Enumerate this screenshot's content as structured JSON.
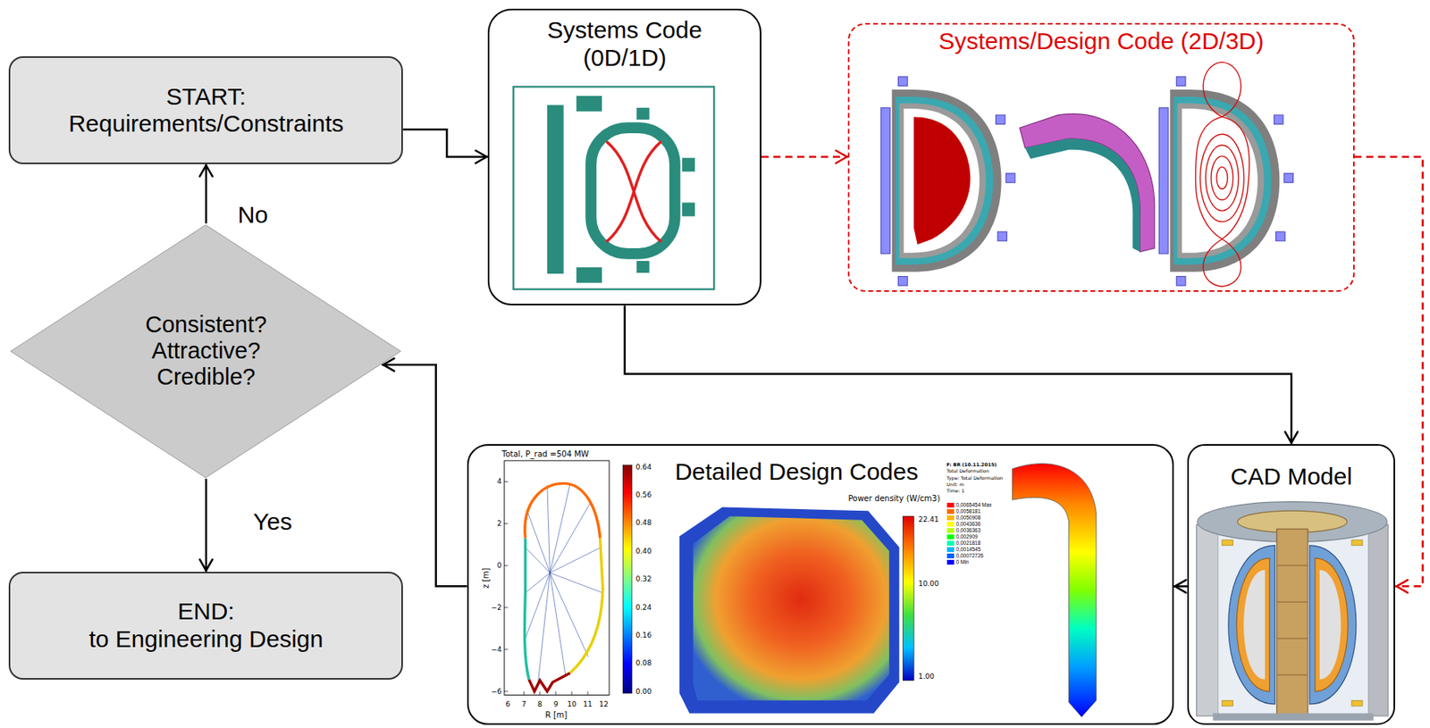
{
  "diagram": {
    "nodes": [
      {
        "text": [
          "START:",
          "Requirements/Constraints"
        ]
      },
      {
        "text": [
          "Systems Code (0D/1D)"
        ]
      },
      {
        "text": [
          "Systems/Design Code (2D/3D)"
        ]
      },
      {
        "text": [
          "Consistent? Attractive? Credible?"
        ]
      },
      {
        "text": [
          "END:",
          "to Engineering Design"
        ]
      },
      {
        "text": [
          "Detailed Design Codes"
        ]
      },
      {
        "text": [
          "CAD Model"
        ]
      }
    ],
    "edges": [
      {
        "from": 0,
        "to": 1,
        "arrow": "to"
      },
      {
        "from": 1,
        "to": 2,
        "arrow": "to"
      },
      {
        "from": 1,
        "to": 6,
        "arrow": "to"
      },
      {
        "from": 2,
        "to": 6,
        "arrow": "to"
      },
      {
        "from": 6,
        "to": 5,
        "arrow": "to"
      },
      {
        "from": 5,
        "to": 3,
        "arrow": "to"
      },
      {
        "from": 3,
        "to": 0,
        "label": "No",
        "arrow": "to"
      },
      {
        "from": 3,
        "to": 4,
        "label": "Yes",
        "arrow": "to"
      }
    ],
    "labels": [
      "Total, P_rad =504 MW",
      "z [m]",
      "R [m]",
      "4",
      "2",
      "0",
      "−2",
      "−4",
      "−6",
      "6",
      "7",
      "8",
      "9",
      "10",
      "11",
      "12",
      "0.64",
      "0.56",
      "0.48",
      "0.40",
      "0.32",
      "0.24",
      "0.16",
      "0.08",
      "0.00",
      "Power density (W/cm3)",
      "22.41",
      "10.00",
      "1.00",
      "F: BR (10.11.2015)",
      "Total Deformation",
      "Type: Total Deformation",
      "Unit: m",
      "Time: 1"
    ],
    "legend": [
      {
        "text": "0,0065454 Max",
        "color": "#ff0000"
      },
      {
        "text": "0,0058181",
        "color": "#ff6a00"
      },
      {
        "text": "0,0050908",
        "color": "#ffb400"
      },
      {
        "text": "0,0043636",
        "color": "#ffff00"
      },
      {
        "text": "0,0036363",
        "color": "#b4ff00"
      },
      {
        "text": "0,002909",
        "color": "#00ff00"
      },
      {
        "text": "0,0021818",
        "color": "#00ffb4"
      },
      {
        "text": "0,0014545",
        "color": "#00b4ff"
      },
      {
        "text": "0,00072726",
        "color": "#0060ff"
      },
      {
        "text": "0 Min",
        "color": "#0000ff"
      }
    ]
  }
}
